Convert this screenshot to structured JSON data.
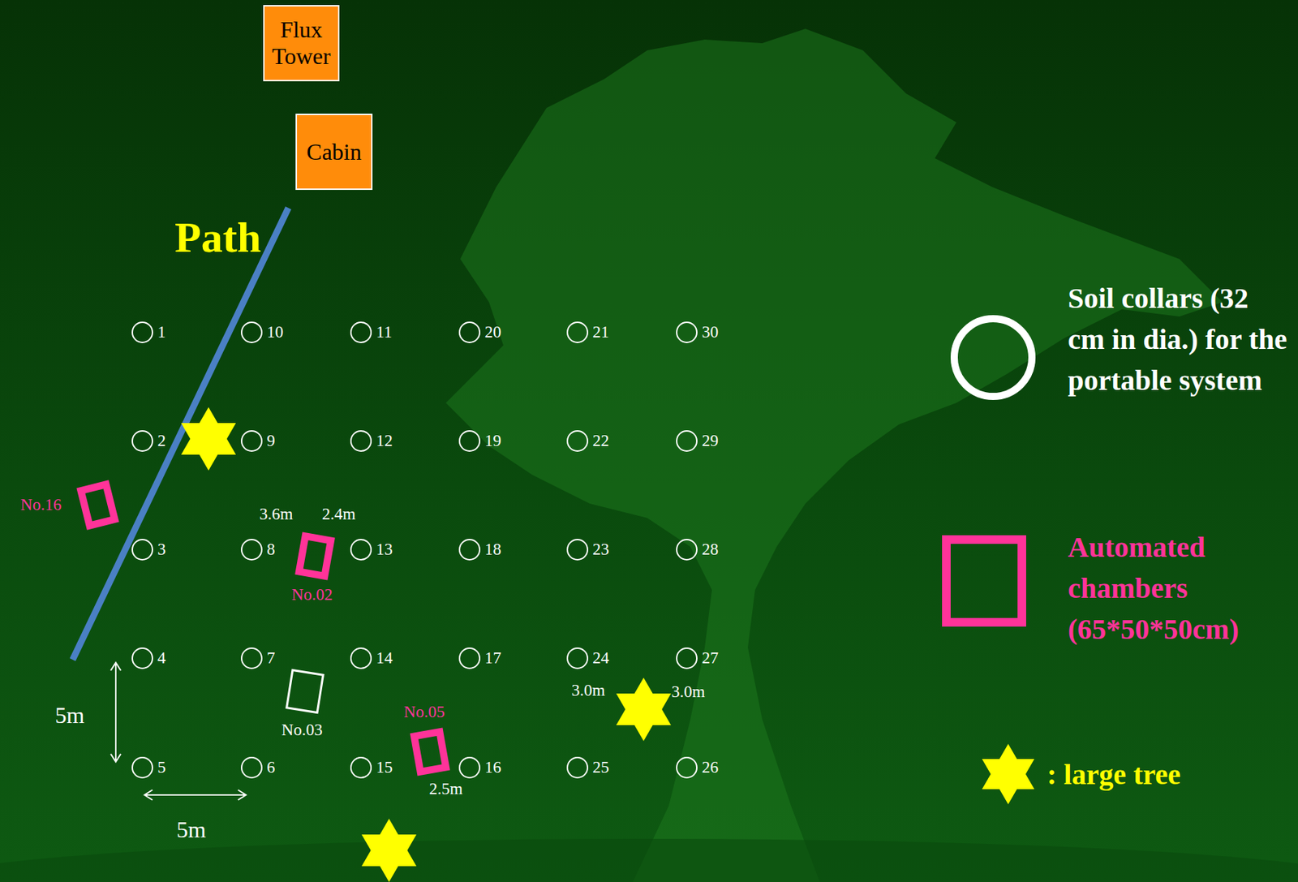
{
  "diagram": {
    "nodes": [
      {
        "text": [
          "Flux Tower"
        ]
      },
      {
        "text": [
          "Cabin"
        ]
      },
      {
        "text": [
          "1"
        ]
      },
      {
        "text": [
          "10"
        ]
      },
      {
        "text": [
          "11"
        ]
      },
      {
        "text": [
          "20"
        ]
      },
      {
        "text": [
          "21"
        ]
      },
      {
        "text": [
          "30"
        ]
      },
      {
        "text": [
          "2"
        ]
      },
      {
        "text": [
          "9"
        ]
      },
      {
        "text": [
          "12"
        ]
      },
      {
        "text": [
          "19"
        ]
      },
      {
        "text": [
          "22"
        ]
      },
      {
        "text": [
          "29"
        ]
      },
      {
        "text": [
          "No.16"
        ]
      },
      {
        "text": [
          "3"
        ]
      },
      {
        "text": [
          "8"
        ]
      },
      {
        "text": [
          "No.02"
        ]
      },
      {
        "text": [
          "13"
        ]
      },
      {
        "text": [
          "18"
        ]
      },
      {
        "text": [
          "23"
        ]
      },
      {
        "text": [
          "28"
        ]
      },
      {
        "text": [
          "4"
        ]
      },
      {
        "text": [
          "7"
        ]
      },
      {
        "text": [
          "14"
        ]
      },
      {
        "text": [
          "17"
        ]
      },
      {
        "text": [
          "24"
        ]
      },
      {
        "text": [
          "27"
        ]
      },
      {
        "text": [
          "No.03"
        ]
      },
      {
        "text": [
          "No.05"
        ]
      },
      {
        "text": [
          "5"
        ]
      },
      {
        "text": [
          "6"
        ]
      },
      {
        "text": [
          "15"
        ]
      },
      {
        "text": [
          "16"
        ]
      },
      {
        "text": [
          "25"
        ]
      },
      {
        "text": [
          "26"
        ]
      }
    ],
    "labels": [
      "Path",
      "3.6m",
      "2.4m",
      "3.0m",
      "3.0m",
      "5m",
      "2.5m",
      "5m"
    ],
    "legend": [
      {
        "text": "Soil collars (32 cm in dia.) for the portable system"
      },
      {
        "text": "Automated chambers (65*50*50cm)"
      },
      {
        "text": ": large tree"
      }
    ]
  }
}
